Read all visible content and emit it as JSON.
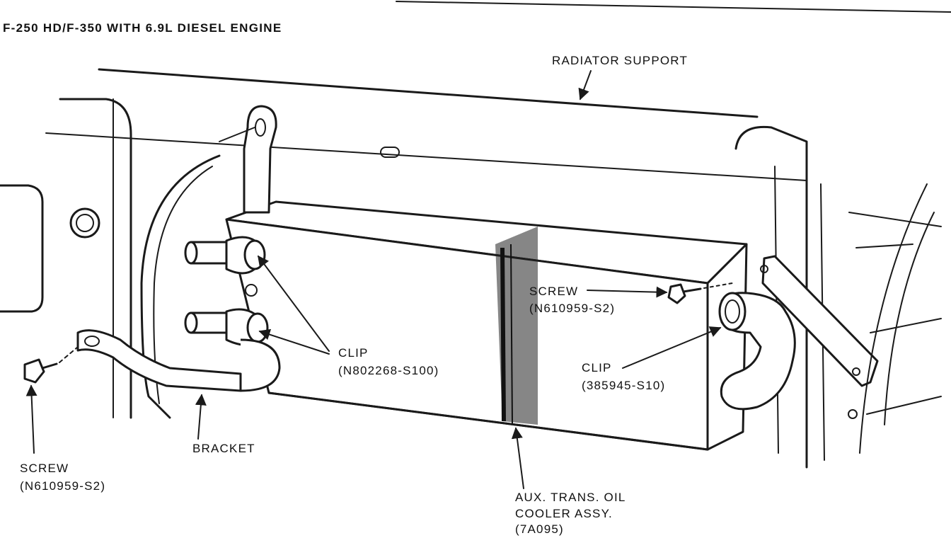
{
  "title": "F-250 HD/F-350 WITH 6.9L DIESEL ENGINE",
  "labels": {
    "radiator_support": "RADIATOR SUPPORT",
    "screw_right": {
      "name": "SCREW",
      "part": "(N610959-S2)"
    },
    "clip_left": {
      "name": "CLIP",
      "part": "(N802268-S100)"
    },
    "clip_right": {
      "name": "CLIP",
      "part": "(385945-S10)"
    },
    "bracket": "BRACKET",
    "screw_left": {
      "name": "SCREW",
      "part": "(N610959-S2)"
    },
    "cooler": {
      "line1": "AUX. TRANS. OIL",
      "line2": "COOLER ASSY.",
      "line3": "(7A095)"
    }
  }
}
